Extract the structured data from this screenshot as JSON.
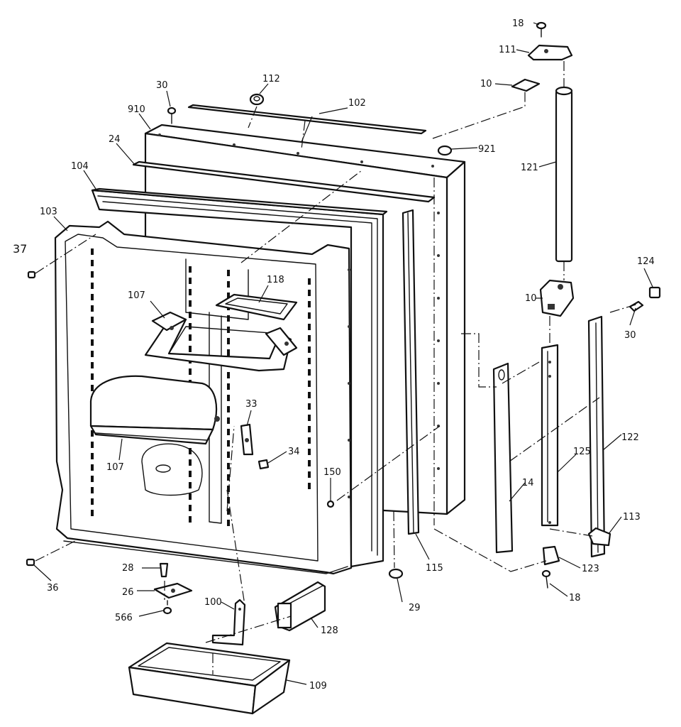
{
  "diagram": {
    "callouts": {
      "p18_top": "18",
      "p111": "111",
      "p10_top": "10",
      "p121": "121",
      "p921": "921",
      "p102": "102",
      "p112": "112",
      "p30_top": "30",
      "p910": "910",
      "p24": "24",
      "p104": "104",
      "p103": "103",
      "p37": "37",
      "p118": "118",
      "p107_upper": "107",
      "p107_lower": "107",
      "p33": "33",
      "p34": "34",
      "p150": "150",
      "p124": "124",
      "p10_mid": "10",
      "p30_right": "30",
      "p122": "122",
      "p125": "125",
      "p14": "14",
      "p113": "113",
      "p123": "123",
      "p18_bottom": "18",
      "p115": "115",
      "p29": "29",
      "p36": "36",
      "p28": "28",
      "p26": "26",
      "p566": "566",
      "p100": "100",
      "p128": "128",
      "p109": "109"
    }
  }
}
